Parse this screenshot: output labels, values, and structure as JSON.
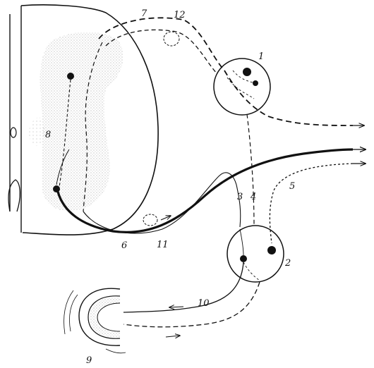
{
  "labels": {
    "l1": "1",
    "l2": "2",
    "l3": "3",
    "l4": "4",
    "l5": "5",
    "l6": "6",
    "l7": "7",
    "l8": "8",
    "l9": "9",
    "l10": "10",
    "l11": "11",
    "l12": "12"
  },
  "colors": {
    "ink": "#111111",
    "stipple": "#9a9a9a"
  }
}
